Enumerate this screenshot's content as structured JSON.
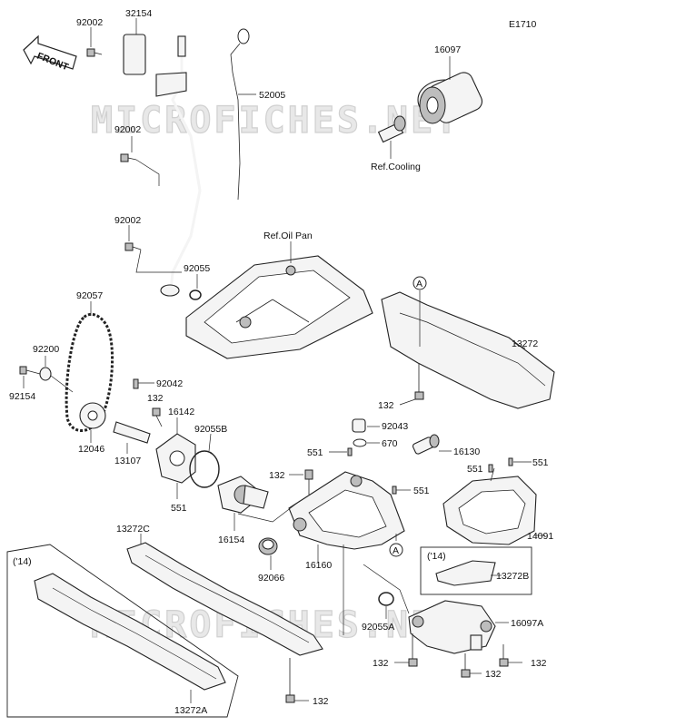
{
  "diagram_code": "E1710",
  "front_label": "FRONT",
  "watermark": "MICROFICHES.NET",
  "references": {
    "cooling": "Ref.Cooling",
    "oil_pan": "Ref.Oil Pan"
  },
  "callout_a": "A",
  "year_box": "('14)",
  "part_labels": {
    "p92002_top": "92002",
    "p32154": "32154",
    "p16097": "16097",
    "p52005": "52005",
    "p92002_mid": "92002",
    "p92002_low": "92002",
    "p92055": "92055",
    "p92057": "92057",
    "p92200": "92200",
    "p92154": "92154",
    "p92042": "92042",
    "p132_a": "132",
    "p16142": "16142",
    "p12046": "12046",
    "p13107": "13107",
    "p92055b": "92055B",
    "p551_a": "551",
    "p13272": "13272",
    "p132_b": "132",
    "p92043": "92043",
    "p670": "670",
    "p551_b": "551",
    "p16130": "16130",
    "p132_c": "132",
    "p551_c": "551",
    "p551_d": "551",
    "p551_e": "551",
    "p16154": "16154",
    "p92066": "92066",
    "p16160": "16160",
    "p14091": "14091",
    "p13272c": "13272C",
    "p13272b": "13272B",
    "p92055a": "92055A",
    "p16097a": "16097A",
    "p132_d": "132",
    "p132_e": "132",
    "p132_f": "132",
    "p132_g": "132",
    "p13272a": "13272A"
  }
}
